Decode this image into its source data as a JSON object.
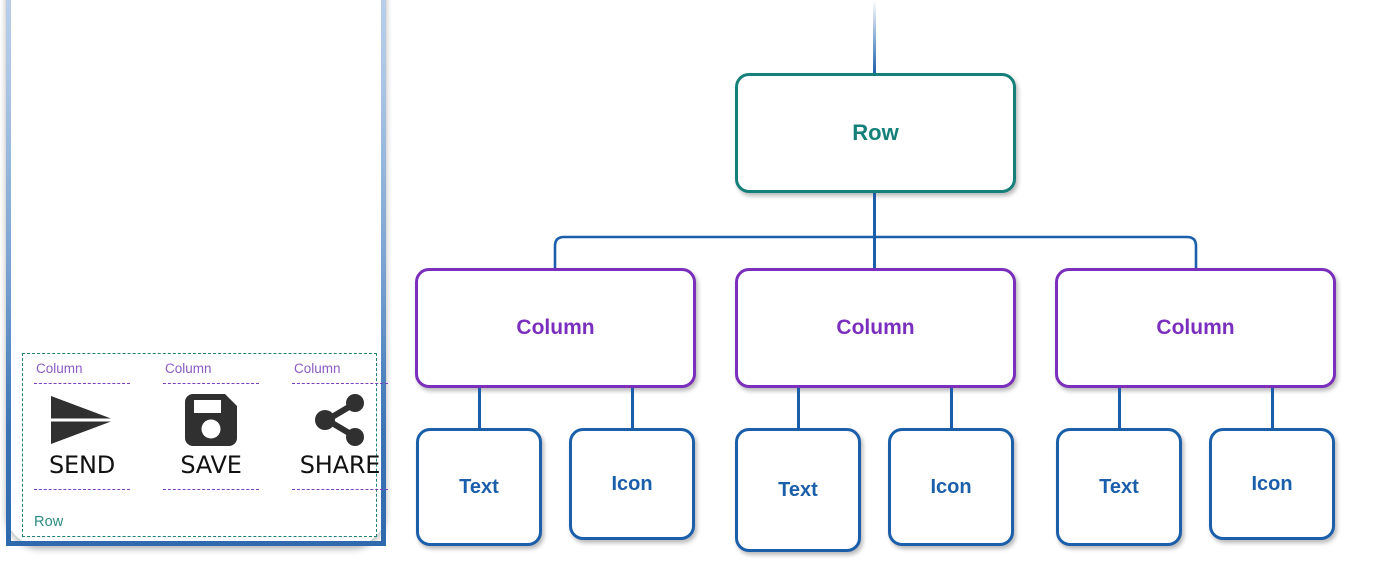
{
  "colors": {
    "row_accent": "#158079",
    "column_accent": "#7b2fbd",
    "leaf_accent": "#1b5fab",
    "phone_border": "#3a74b5",
    "icon_dark": "#303030",
    "label_column": "#8b5cc4",
    "label_row": "#2a8c81"
  },
  "phone_mockup": {
    "row_label": "Row",
    "columns": [
      {
        "label": "Column",
        "icon": "send-icon",
        "button_text": "SEND"
      },
      {
        "label": "Column",
        "icon": "save-icon",
        "button_text": "SAVE"
      },
      {
        "label": "Column",
        "icon": "share-icon",
        "button_text": "SHARE"
      }
    ]
  },
  "tree": {
    "root": {
      "label": "Row"
    },
    "columns": [
      {
        "label": "Column",
        "children": [
          {
            "label": "Text"
          },
          {
            "label": "Icon"
          }
        ]
      },
      {
        "label": "Column",
        "children": [
          {
            "label": "Text"
          },
          {
            "label": "Icon"
          }
        ]
      },
      {
        "label": "Column",
        "children": [
          {
            "label": "Text"
          },
          {
            "label": "Icon"
          }
        ]
      }
    ]
  }
}
